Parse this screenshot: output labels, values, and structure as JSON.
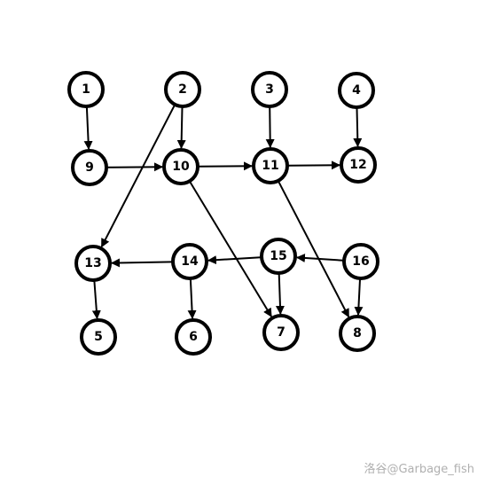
{
  "diagram": {
    "nodes": [
      {
        "id": "1",
        "label": "1"
      },
      {
        "id": "2",
        "label": "2"
      },
      {
        "id": "3",
        "label": "3"
      },
      {
        "id": "4",
        "label": "4"
      },
      {
        "id": "9",
        "label": "9"
      },
      {
        "id": "10",
        "label": "10"
      },
      {
        "id": "11",
        "label": "11"
      },
      {
        "id": "12",
        "label": "12"
      },
      {
        "id": "13",
        "label": "13"
      },
      {
        "id": "14",
        "label": "14"
      },
      {
        "id": "15",
        "label": "15"
      },
      {
        "id": "16",
        "label": "16"
      },
      {
        "id": "5",
        "label": "5"
      },
      {
        "id": "6",
        "label": "6"
      },
      {
        "id": "7",
        "label": "7"
      },
      {
        "id": "8",
        "label": "8"
      }
    ],
    "edges": [
      {
        "from": "1",
        "to": "9"
      },
      {
        "from": "2",
        "to": "10"
      },
      {
        "from": "2",
        "to": "13"
      },
      {
        "from": "3",
        "to": "11"
      },
      {
        "from": "4",
        "to": "12"
      },
      {
        "from": "9",
        "to": "10"
      },
      {
        "from": "10",
        "to": "11"
      },
      {
        "from": "10",
        "to": "7"
      },
      {
        "from": "11",
        "to": "12"
      },
      {
        "from": "11",
        "to": "8"
      },
      {
        "from": "13",
        "to": "5"
      },
      {
        "from": "14",
        "to": "13"
      },
      {
        "from": "14",
        "to": "6"
      },
      {
        "from": "15",
        "to": "14"
      },
      {
        "from": "15",
        "to": "7"
      },
      {
        "from": "16",
        "to": "15"
      },
      {
        "from": "16",
        "to": "8"
      }
    ]
  },
  "watermark": {
    "text": "洛谷@Garbage_fish"
  }
}
